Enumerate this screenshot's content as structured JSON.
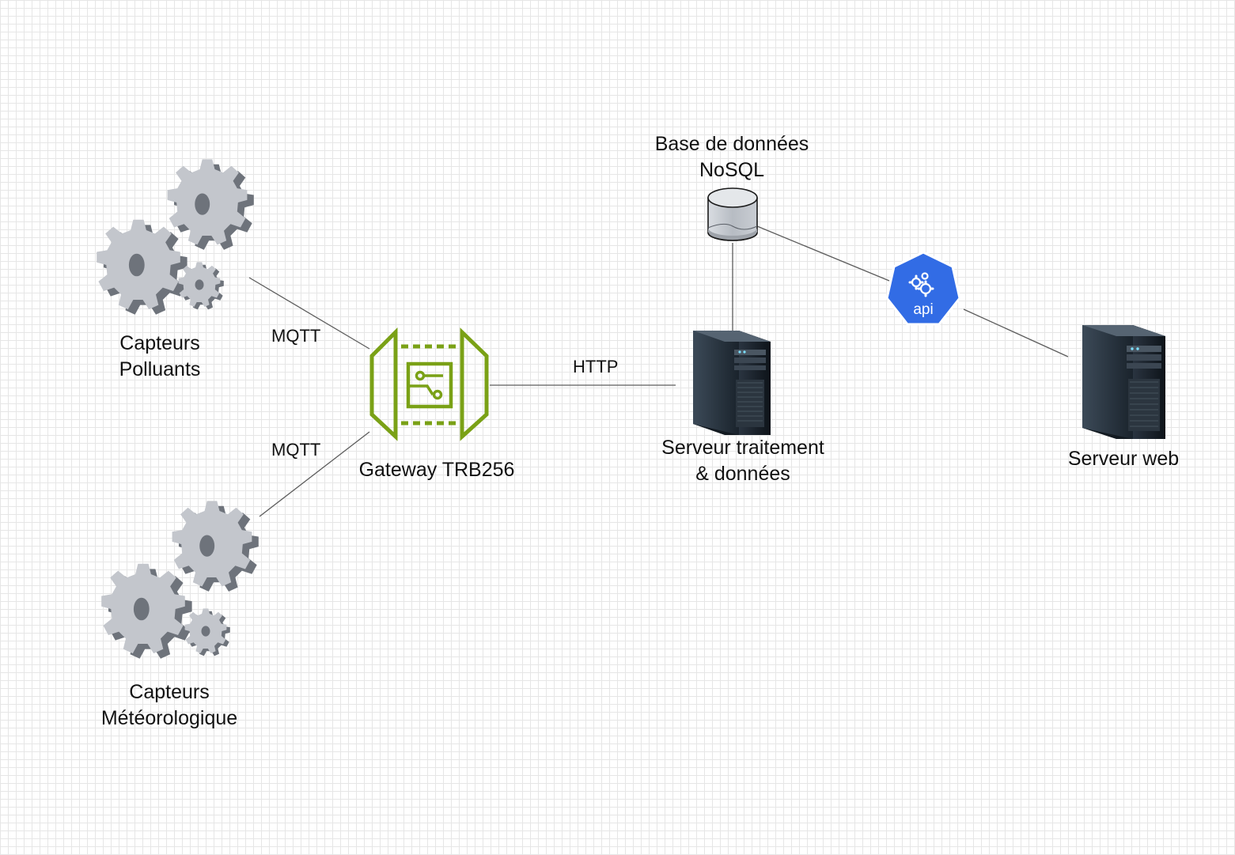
{
  "nodes": {
    "capteurs_polluants": {
      "line1": "Capteurs",
      "line2": "Polluants",
      "icon": "gears-icon"
    },
    "capteurs_meteo": {
      "line1": "Capteurs",
      "line2": "Météorologique",
      "icon": "gears-icon"
    },
    "gateway": {
      "label": "Gateway TRB256",
      "icon": "iot-gateway-icon",
      "color": "#7aa116"
    },
    "serveur_traitement": {
      "line1": "Serveur traitement",
      "line2": "& données",
      "icon": "server-tower-icon"
    },
    "base_donnees": {
      "line1": "Base de données",
      "line2": "NoSQL",
      "icon": "database-cylinder-icon"
    },
    "api": {
      "label": "api",
      "icon": "kubernetes-api-icon",
      "color": "#326ce5"
    },
    "serveur_web": {
      "label": "Serveur web",
      "icon": "server-tower-icon"
    }
  },
  "edges": {
    "mqtt_top": "MQTT",
    "mqtt_bottom": "MQTT",
    "http": "HTTP"
  }
}
